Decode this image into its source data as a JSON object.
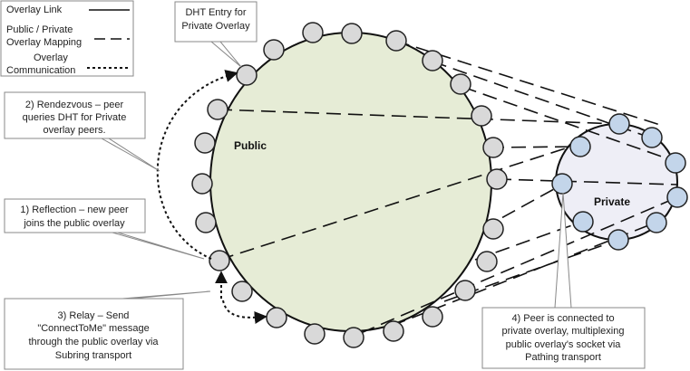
{
  "legend": {
    "overlay_link": "Overlay Link",
    "mapping_line1": "Public / Private",
    "mapping_line2": "Overlay Mapping",
    "comm_line1": "Overlay",
    "comm_line2": "Communication"
  },
  "overlays": {
    "public_label": "Public",
    "private_label": "Private",
    "public_fill": "#e6ecd6",
    "private_fill": "#eeeef6",
    "node_fill": "#d9d9d9",
    "private_node_fill": "#c3d5ea"
  },
  "callouts": {
    "dht_line1": "DHT Entry for",
    "dht_line2": "Private Overlay",
    "rendezvous_line1": "2) Rendezvous – peer",
    "rendezvous_line2": "queries DHT for Private",
    "rendezvous_line3": "overlay peers.",
    "reflection_line1": "1) Reflection – new peer",
    "reflection_line2": "joins the public overlay",
    "relay_line1": "3) Relay – Send",
    "relay_line2": "\"ConnectToMe\" message",
    "relay_line3": "through the public overlay via",
    "relay_line4": "Subring transport",
    "peer_line1": "4) Peer is connected to",
    "peer_line2": "private overlay, multiplexing",
    "peer_line3": "public overlay's socket via",
    "peer_line4": "Pathing transport"
  }
}
